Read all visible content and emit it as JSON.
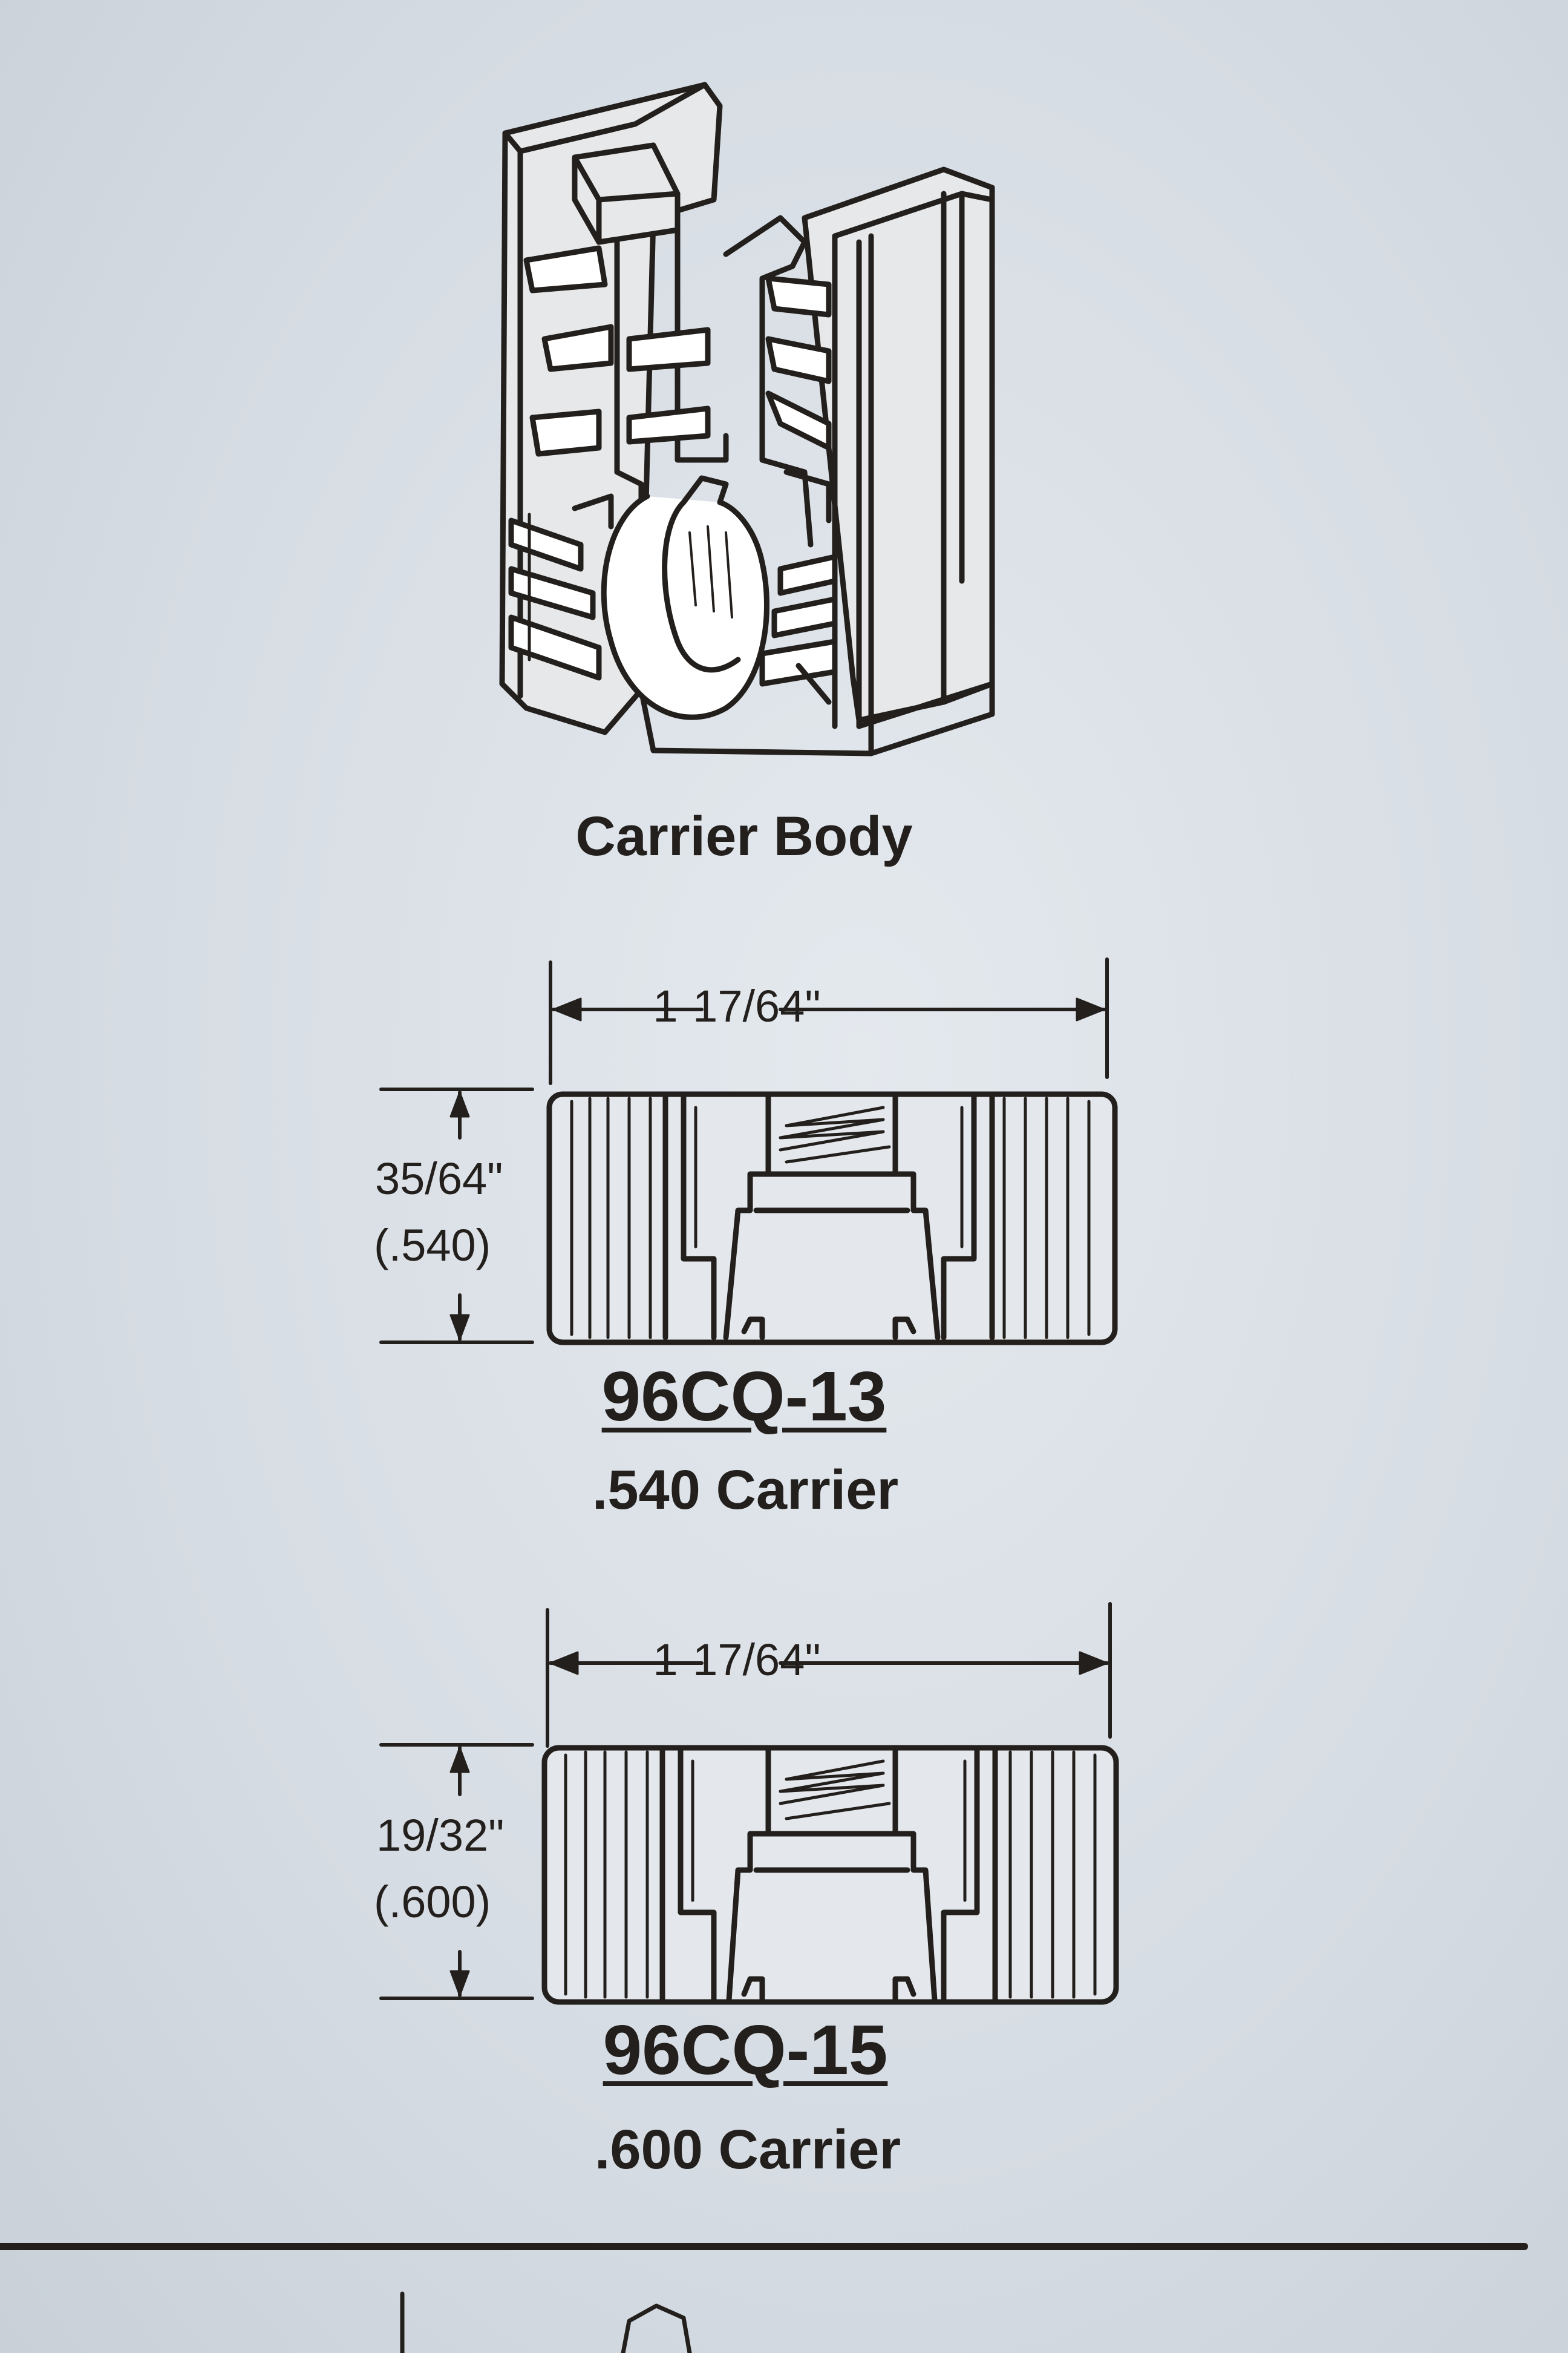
{
  "figure": {
    "carrier_body": {
      "caption": "Carrier Body"
    },
    "parts": [
      {
        "part_number": "96CQ-13",
        "description": ".540 Carrier",
        "width_label": "1-17/64\"",
        "height_label": "35/64\"",
        "height_decimal": "(.540)"
      },
      {
        "part_number": "96CQ-15",
        "description": ".600 Carrier",
        "width_label": "1-17/64\"",
        "height_label": "19/32\"",
        "height_decimal": "(.600)"
      }
    ]
  },
  "colors": {
    "paper": "#d7dde4",
    "ink": "#231f1c"
  }
}
